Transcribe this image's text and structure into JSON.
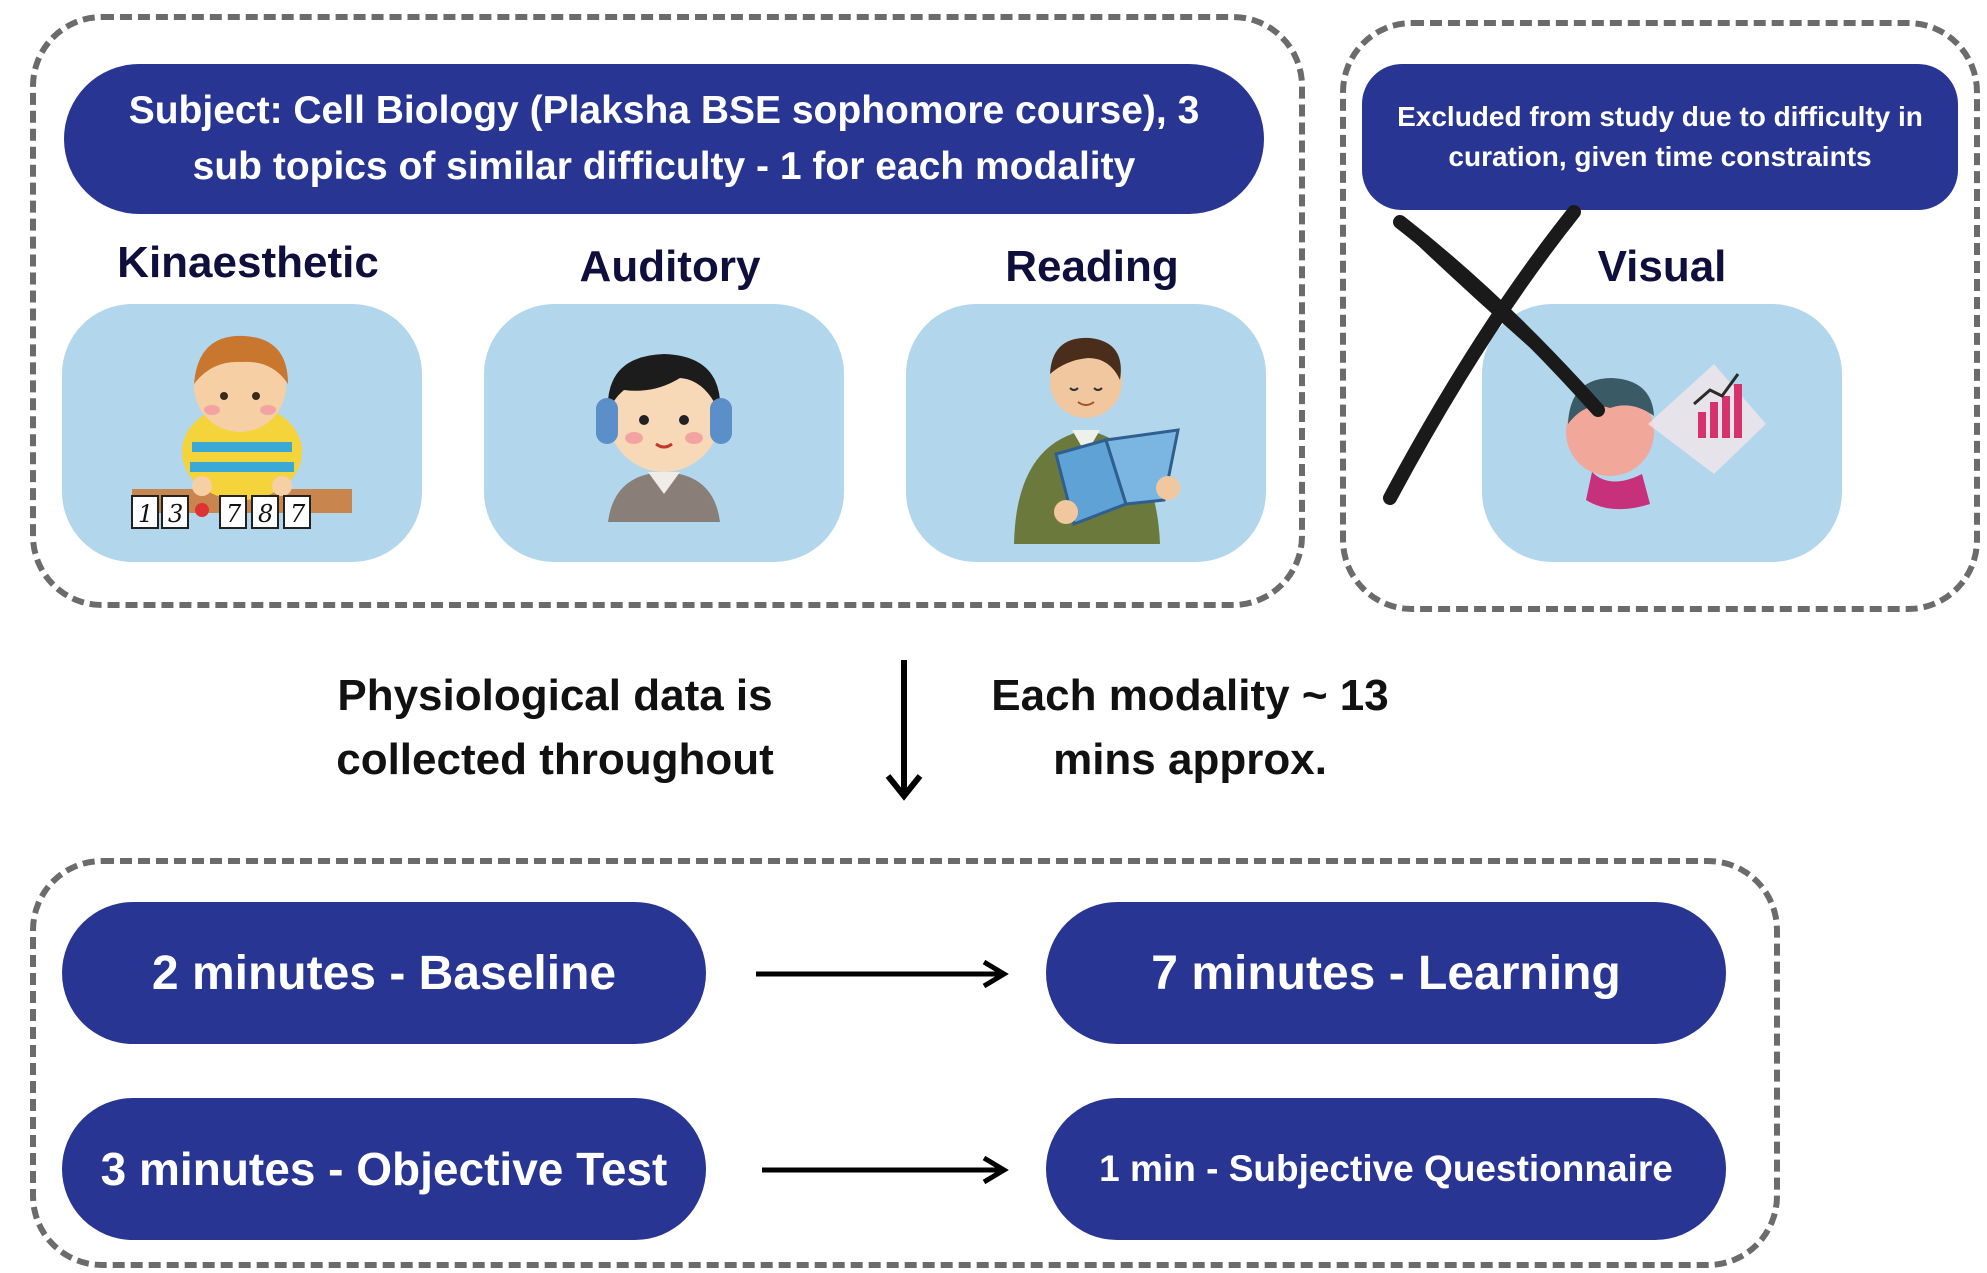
{
  "top_left": {
    "subject_text": "Subject: Cell Biology (Plaksha BSE sophomore course), 3 sub topics of similar difficulty - 1 for each modality",
    "modalities": [
      {
        "label": "Kinaesthetic",
        "icon": "child-sorting-number-cards-illustration",
        "cards": [
          "1",
          "3",
          "7",
          "8",
          "7"
        ]
      },
      {
        "label": "Auditory",
        "icon": "boy-with-headphones-illustration"
      },
      {
        "label": "Reading",
        "icon": "man-reading-book-illustration"
      }
    ]
  },
  "top_right": {
    "excluded_text": "Excluded from study due to difficulty in curation, given time constraints",
    "modality": {
      "label": "Visual",
      "icon": "person-viewing-chart-illustration",
      "crossed_out": true
    }
  },
  "middle": {
    "left_text": "Physiological data is collected throughout",
    "right_text": "Each modality ~ 13 mins approx.",
    "arrow_icon": "down-arrow"
  },
  "bottom": {
    "steps": [
      {
        "label": "2 minutes - Baseline"
      },
      {
        "label": "7 minutes - Learning"
      },
      {
        "label": "3 minutes - Objective Test"
      },
      {
        "label": "1 min - Subjective Questionnaire"
      }
    ]
  },
  "colors": {
    "pill": "#283593",
    "card": "#b2d6ec",
    "dash": "#6b6b6b",
    "heading": "#0f0f3d"
  }
}
